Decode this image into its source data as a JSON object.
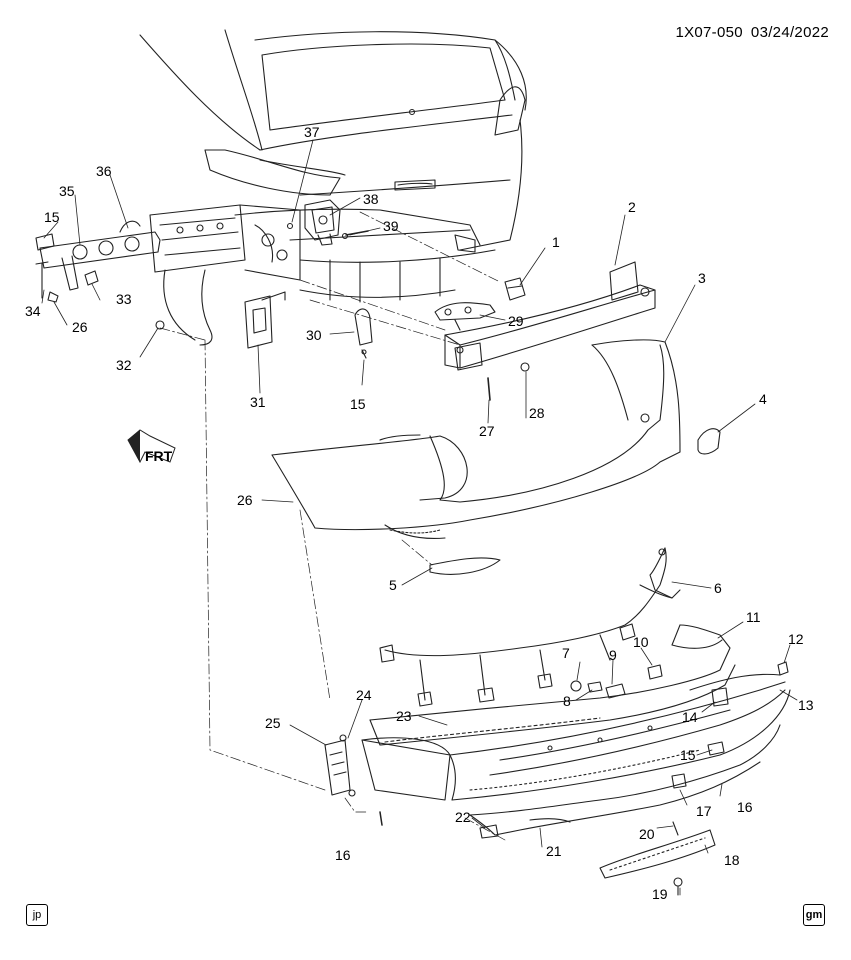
{
  "header": {
    "diagram_code": "1X07-050",
    "date": "03/24/2022"
  },
  "fwd_label": "FRT",
  "badges": {
    "left": "jp",
    "right": "gm"
  },
  "callouts": {
    "c1": "1",
    "c2": "2",
    "c3": "3",
    "c4": "4",
    "c5": "5",
    "c6": "6",
    "c7": "7",
    "c8": "8",
    "c9": "9",
    "c10": "10",
    "c11": "11",
    "c12": "12",
    "c13": "13",
    "c14": "14",
    "c15a": "15",
    "c15b": "15",
    "c15c": "15",
    "c16a": "16",
    "c16b": "16",
    "c17": "17",
    "c18": "18",
    "c19": "19",
    "c20": "20",
    "c21": "21",
    "c22": "22",
    "c23": "23",
    "c24": "24",
    "c25": "25",
    "c26a": "26",
    "c26b": "26",
    "c27": "27",
    "c28": "28",
    "c29": "29",
    "c30": "30",
    "c31": "31",
    "c32": "32",
    "c33": "33",
    "c34": "34",
    "c35": "35",
    "c36": "36",
    "c37": "37",
    "c38": "38",
    "c39": "39"
  }
}
